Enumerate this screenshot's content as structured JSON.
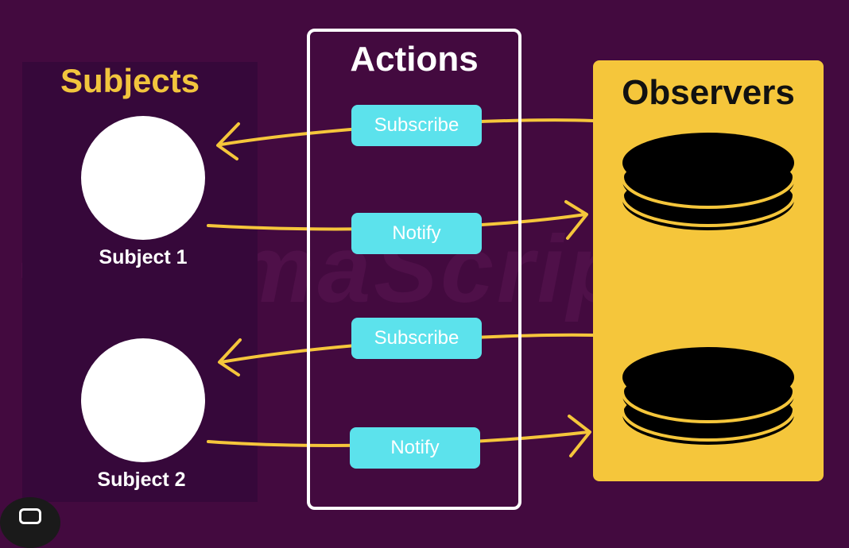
{
  "watermark": "<EmmaScript/>",
  "subjects": {
    "title": "Subjects",
    "items": [
      {
        "label": "Subject 1"
      },
      {
        "label": "Subject 2"
      }
    ]
  },
  "actions": {
    "title": "Actions",
    "items": [
      {
        "label": "Subscribe"
      },
      {
        "label": "Notify"
      },
      {
        "label": "Subscribe"
      },
      {
        "label": "Notify"
      }
    ]
  },
  "observers": {
    "title": "Observers"
  },
  "colors": {
    "background": "#430a3f",
    "accent_yellow": "#f5c63b",
    "pill_cyan": "#5ce2ec",
    "subject_white": "#ffffff",
    "observer_black": "#000000"
  }
}
